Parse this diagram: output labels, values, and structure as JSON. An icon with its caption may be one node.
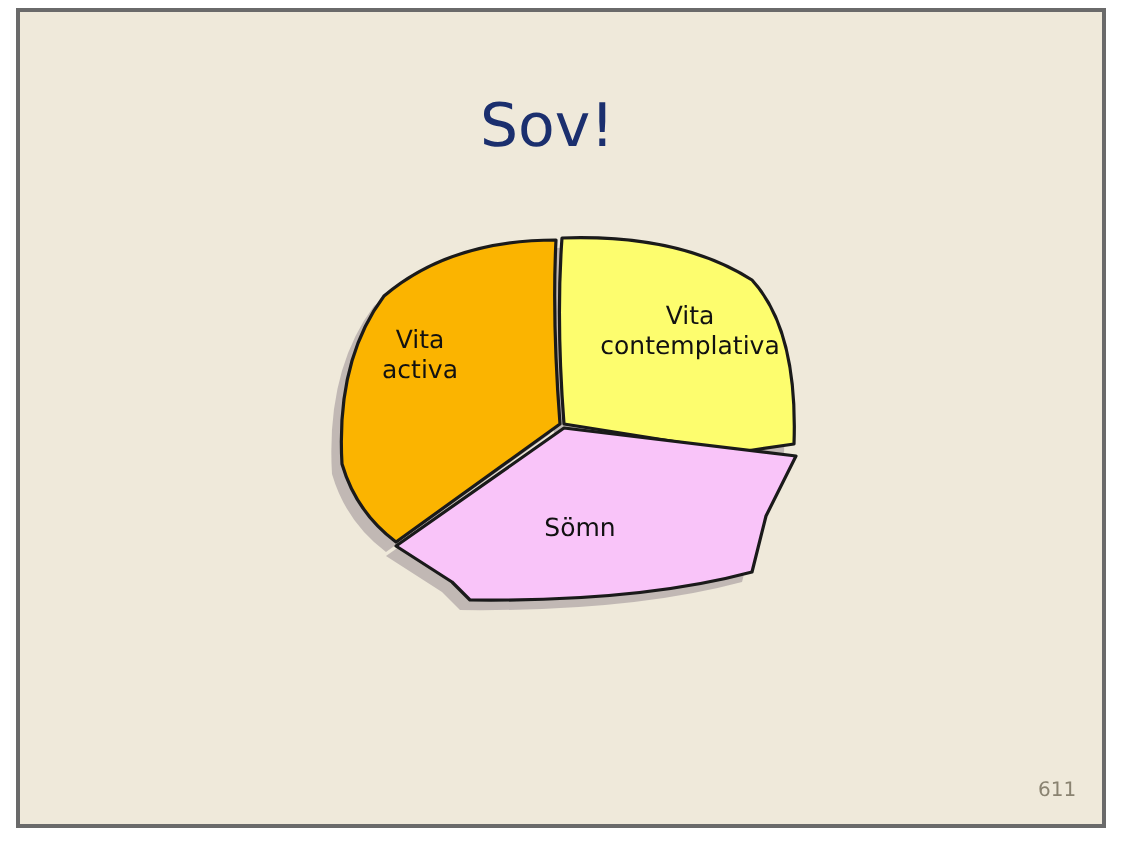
{
  "diagram": {
    "title": "Sov!",
    "nodes": [
      {
        "text": [
          "Vita activa"
        ]
      },
      {
        "text": [
          "Vita contemplativa"
        ]
      },
      {
        "text": [
          "Sömn"
        ]
      }
    ],
    "labels": [
      "611"
    ]
  }
}
